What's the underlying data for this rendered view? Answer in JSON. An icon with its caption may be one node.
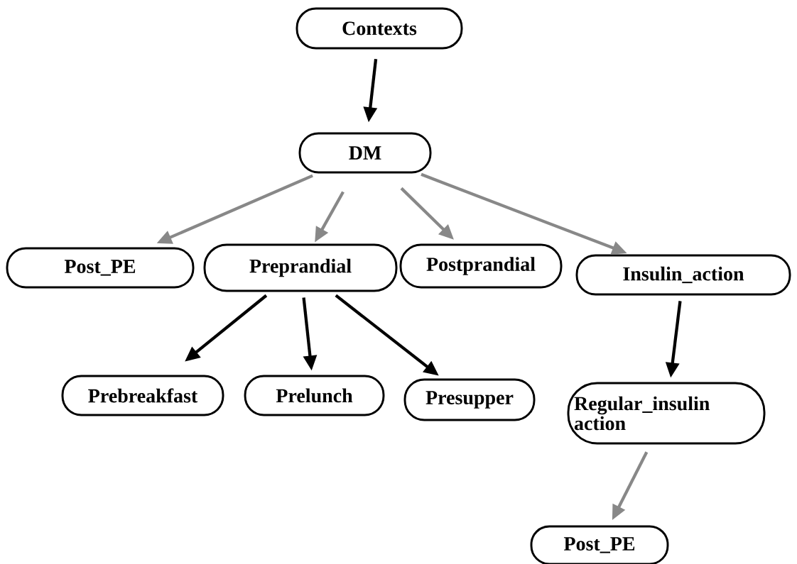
{
  "diagram": {
    "nodes": [
      {
        "text": [
          "Contexts"
        ]
      },
      {
        "text": [
          "DM"
        ]
      },
      {
        "text": [
          "Post_PE"
        ]
      },
      {
        "text": [
          "Preprandial"
        ]
      },
      {
        "text": [
          "Postprandial"
        ]
      },
      {
        "text": [
          "Insulin_action"
        ]
      },
      {
        "text": [
          "Prebreakfast"
        ]
      },
      {
        "text": [
          "Prelunch"
        ]
      },
      {
        "text": [
          "Presupper"
        ]
      },
      {
        "text": [
          "Regular_insulin action"
        ]
      },
      {
        "text": [
          "Post_PE"
        ]
      }
    ],
    "edges": [
      {
        "from": 0,
        "to": 1,
        "arrow": "to"
      },
      {
        "from": 1,
        "to": 2,
        "arrow": "to",
        "color": "#888888"
      },
      {
        "from": 1,
        "to": 3,
        "arrow": "to",
        "color": "#888888"
      },
      {
        "from": 1,
        "to": 4,
        "arrow": "to",
        "color": "#888888"
      },
      {
        "from": 1,
        "to": 5,
        "arrow": "to",
        "color": "#888888"
      },
      {
        "from": 3,
        "to": 6,
        "arrow": "to"
      },
      {
        "from": 3,
        "to": 7,
        "arrow": "to"
      },
      {
        "from": 3,
        "to": 8,
        "arrow": "to"
      },
      {
        "from": 5,
        "to": 9,
        "arrow": "to"
      },
      {
        "from": 9,
        "to": 10,
        "arrow": "to",
        "color": "#888888"
      }
    ]
  }
}
